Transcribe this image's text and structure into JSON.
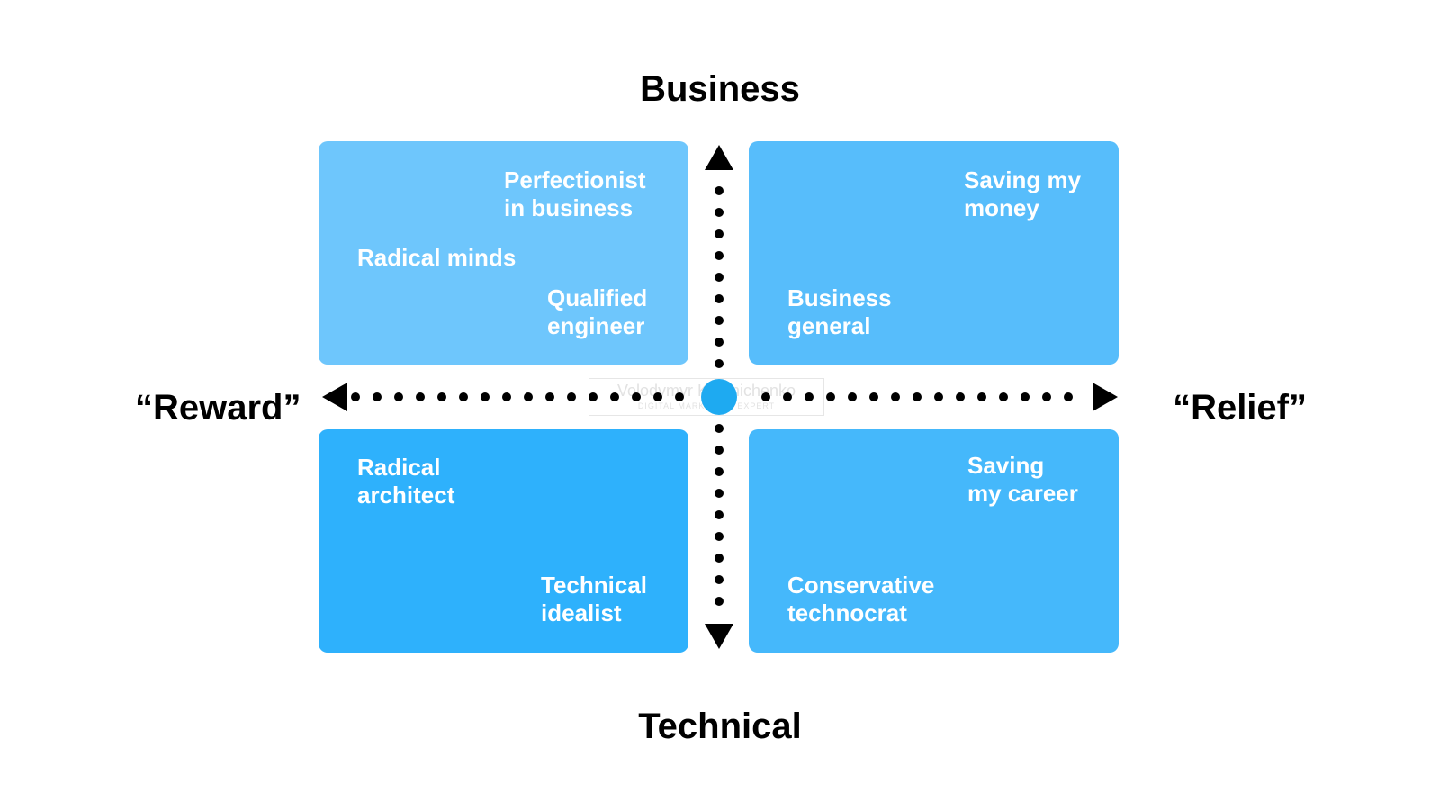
{
  "axes": {
    "top": "Business",
    "bottom": "Technical",
    "left": "“Reward”",
    "right": "“Relief”"
  },
  "quadrants": {
    "top_left": {
      "color": "#6ec6fc",
      "items": [
        "Perfectionist\nin business",
        "Radical minds",
        "Qualified\nengineer"
      ]
    },
    "top_right": {
      "color": "#57bdfb",
      "items": [
        "Saving my\nmoney",
        "Business\ngeneral"
      ]
    },
    "bottom_left": {
      "color": "#2eb1fc",
      "items": [
        "Radical\narchitect",
        "Technical\nidealist"
      ]
    },
    "bottom_right": {
      "color": "#45b8fb",
      "items": [
        "Saving\nmy career",
        "Conservative\ntechnocrat"
      ]
    }
  },
  "center_marker_color": "#1eaaf1",
  "watermark": {
    "name": "Volodymyr Khomichenko",
    "subtitle": "DIGITAL MARKETING EXPERT"
  }
}
